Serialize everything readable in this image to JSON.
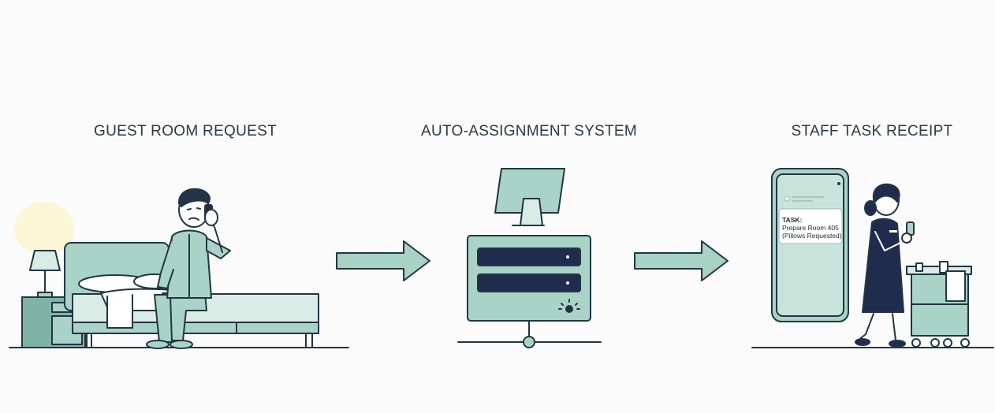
{
  "steps": [
    {
      "title": "GUEST ROOM REQUEST"
    },
    {
      "title": "AUTO-ASSIGNMENT SYSTEM"
    },
    {
      "title": "STAFF TASK RECEIPT"
    }
  ],
  "phone_notification": {
    "line1": "TASK:",
    "line2": "Prepare Room 405",
    "line3": "(Pillows Requested)"
  },
  "colors": {
    "ink": "#233544",
    "fill_light": "#a9d3c6",
    "fill_pale": "#d8ece5",
    "fill_mid": "#7fb4a5",
    "navy": "#1f2c4e",
    "arrow": "#a7d2c4"
  }
}
